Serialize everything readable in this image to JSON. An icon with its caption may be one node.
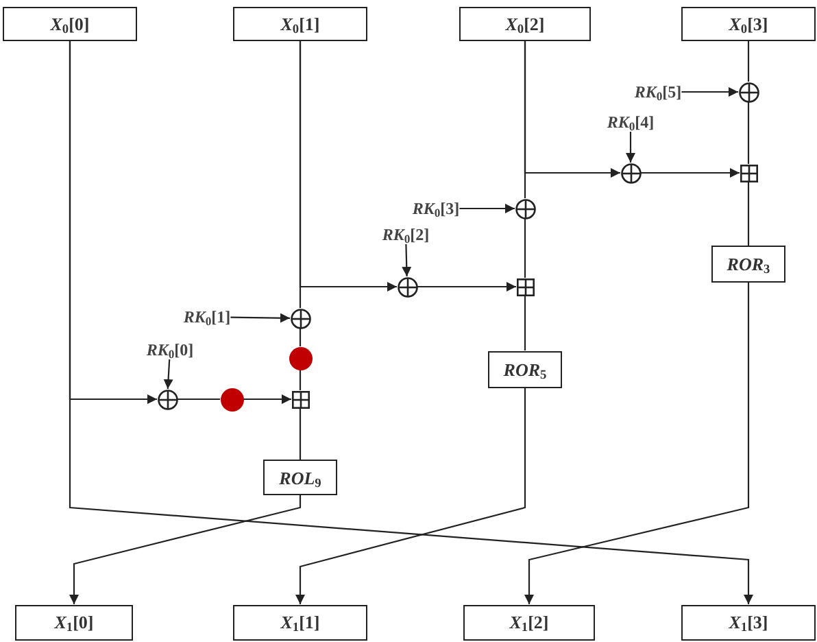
{
  "diagram": {
    "nodes": [
      {
        "text": [
          "*X*$_{0}$[0]"
        ]
      },
      {
        "text": [
          "*X*$_{0}$[1]"
        ]
      },
      {
        "text": [
          "*X*$_{0}$[2]"
        ]
      },
      {
        "text": [
          "*X*$_{0}$[3]"
        ]
      },
      {
        "text": [
          "*RK*$_{0}$[5]"
        ]
      },
      {
        "text": [],
        "shape": "circle"
      },
      {
        "text": [
          "*RK*$_{0}$[4]"
        ]
      },
      {
        "text": [],
        "shape": "circle"
      },
      {
        "text": [],
        "shape": "box"
      },
      {
        "text": [
          "*RK*$_{0}$[3]"
        ]
      },
      {
        "text": [],
        "shape": "circle"
      },
      {
        "text": [
          "*RK*$_{0}$[2]"
        ]
      },
      {
        "text": [],
        "shape": "circle"
      },
      {
        "text": [],
        "shape": "box"
      },
      {
        "text": [
          "*ROR*$_{3}$"
        ]
      },
      {
        "text": [
          "*RK*$_{0}$[1]"
        ]
      },
      {
        "text": [],
        "shape": "circle"
      },
      {
        "text": [],
        "shape": "dot"
      },
      {
        "text": [
          "*RK*$_{0}$[0]"
        ]
      },
      {
        "text": [],
        "shape": "circle"
      },
      {
        "text": [],
        "shape": "dot"
      },
      {
        "text": [],
        "shape": "box"
      },
      {
        "text": [
          "*ROR*$_{5}$"
        ]
      },
      {
        "text": [
          "*ROL*$_{9}$"
        ]
      },
      {
        "text": [
          "*X*$_{1}$[0]"
        ]
      },
      {
        "text": [
          "*X*$_{1}$[1]"
        ]
      },
      {
        "text": [
          "*X*$_{1}$[2]"
        ]
      },
      {
        "text": [
          "*X*$_{1}$[3]"
        ]
      }
    ],
    "edges": [
      {
        "from": 3,
        "to": 5,
        "arrow": "none"
      },
      {
        "from": 4,
        "to": 5,
        "arrow": "to"
      },
      {
        "from": 5,
        "to": 8,
        "arrow": "none"
      },
      {
        "from": 2,
        "to": 7,
        "arrow": "to"
      },
      {
        "from": 2,
        "to": 10,
        "arrow": "none"
      },
      {
        "from": 6,
        "to": 7,
        "arrow": "to"
      },
      {
        "from": 7,
        "to": 8,
        "arrow": "to"
      },
      {
        "from": 8,
        "to": 14,
        "arrow": "none"
      },
      {
        "from": 9,
        "to": 10,
        "arrow": "to"
      },
      {
        "from": 10,
        "to": 13,
        "arrow": "none"
      },
      {
        "from": 1,
        "to": 12,
        "arrow": "to"
      },
      {
        "from": 1,
        "to": 16,
        "arrow": "none"
      },
      {
        "from": 11,
        "to": 12,
        "arrow": "to"
      },
      {
        "from": 12,
        "to": 13,
        "arrow": "to"
      },
      {
        "from": 13,
        "to": 22,
        "arrow": "none"
      },
      {
        "from": 15,
        "to": 16,
        "arrow": "to"
      },
      {
        "from": 16,
        "to": 17,
        "arrow": "none"
      },
      {
        "from": 17,
        "to": 21,
        "arrow": "none"
      },
      {
        "from": 0,
        "to": 19,
        "arrow": "to"
      },
      {
        "from": 18,
        "to": 19,
        "arrow": "to"
      },
      {
        "from": 19,
        "to": 20,
        "arrow": "none"
      },
      {
        "from": 20,
        "to": 21,
        "arrow": "to"
      },
      {
        "from": 21,
        "to": 23,
        "arrow": "none"
      },
      {
        "from": 23,
        "to": 24,
        "arrow": "to"
      },
      {
        "from": 22,
        "to": 25,
        "arrow": "to"
      },
      {
        "from": 14,
        "to": 26,
        "arrow": "to"
      },
      {
        "from": 0,
        "to": 27,
        "arrow": "to"
      }
    ]
  }
}
